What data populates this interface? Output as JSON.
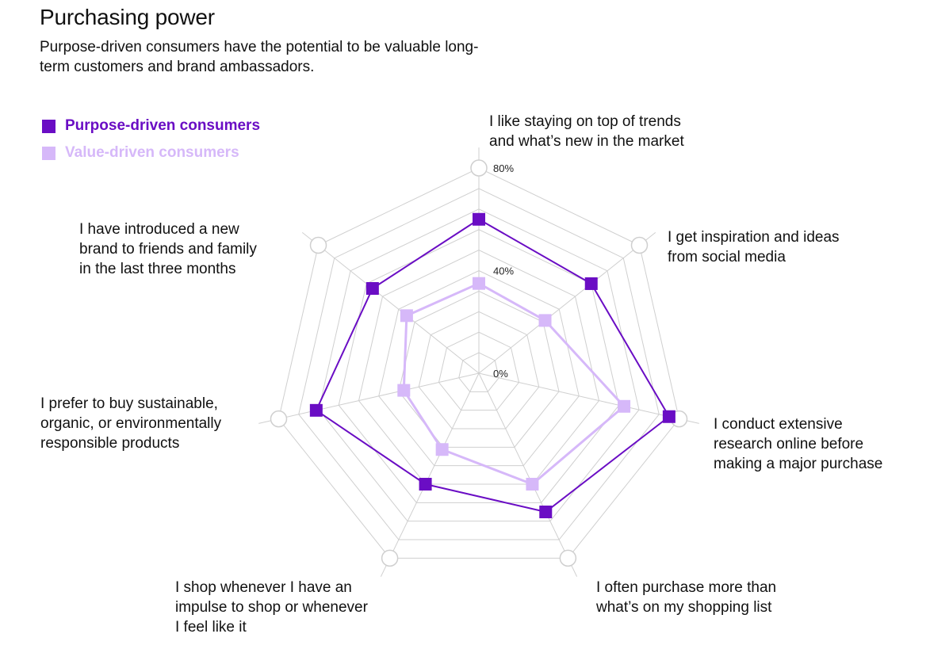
{
  "header": {
    "title": "Purchasing power",
    "subtitle": "Purpose-driven consumers have the potential to be valuable long-term customers and brand ambassadors."
  },
  "colors": {
    "purpose": "#6a0dc4",
    "value": "#d6b8f9",
    "grid": "#cfcfcf"
  },
  "chart_data": {
    "type": "radar",
    "axes": [
      "I like staying on top of trends\nand what’s new in the market",
      "I get inspiration and ideas\nfrom social media",
      "I conduct extensive\nresearch online before\nmaking a major purchase",
      "I often purchase more than\nwhat’s on my shopping list",
      "I shop whenever I have an\nimpulse to shop or whenever\nI feel like it",
      "I prefer to buy sustainable,\norganic, or environmentally\nresponsible products",
      "I have introduced a new\nbrand to friends and family\nin the last three months"
    ],
    "tick_labels": [
      "80%",
      "40%",
      "0%"
    ],
    "range": [
      0,
      80
    ],
    "grid": true,
    "legend_position": "top-left",
    "series": [
      {
        "name": "Purpose-driven consumers",
        "values": [
          60,
          56,
          76,
          60,
          48,
          65,
          53
        ]
      },
      {
        "name": "Value-driven consumers",
        "values": [
          35,
          33,
          58,
          48,
          33,
          30,
          36
        ]
      }
    ]
  }
}
